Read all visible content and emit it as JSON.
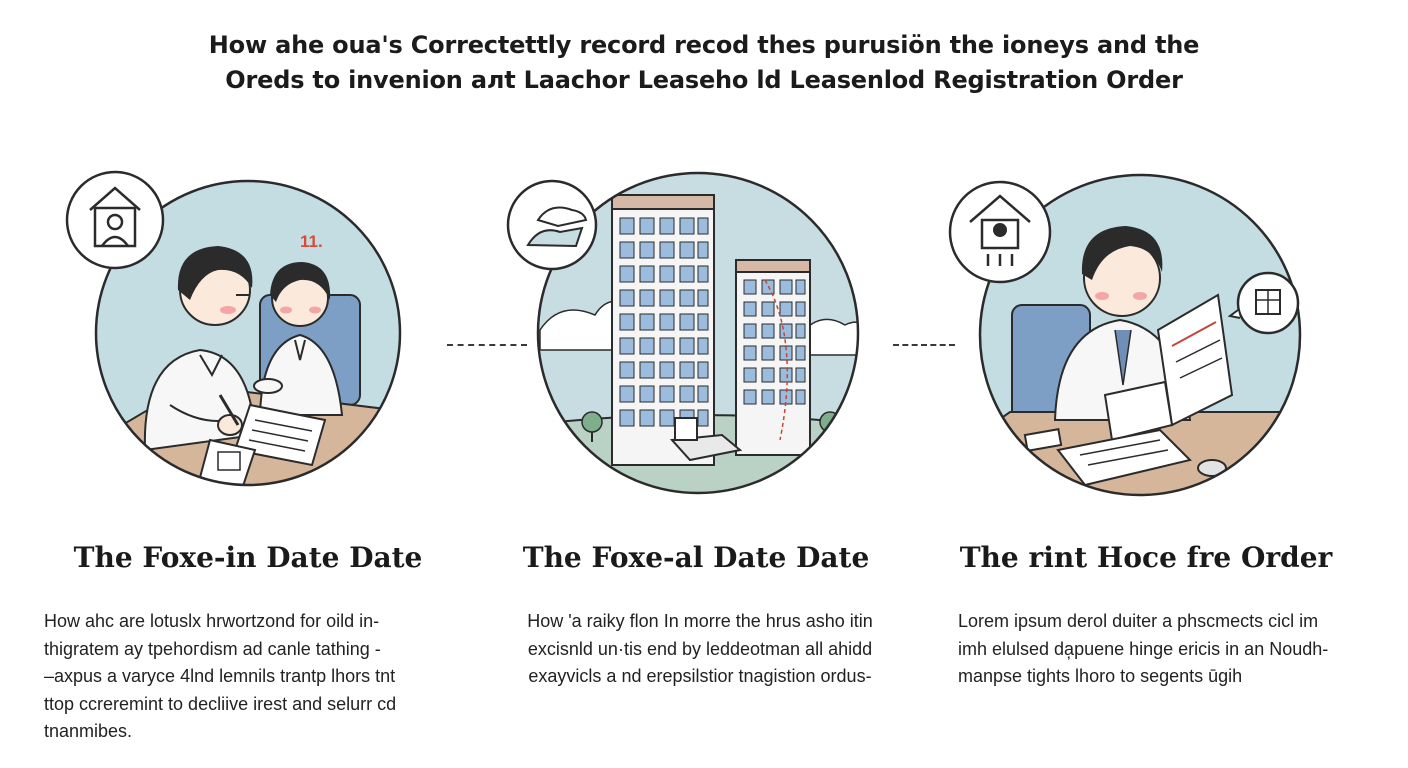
{
  "title": {
    "line1": "How ahe oua's Correctettly record  recod thes purusiön the ioneys  and the",
    "line2": "Oreds to invenion aлt Laachor Leaseho ld Leasenlod Registration Order"
  },
  "panels": [
    {
      "heading": "The Foxe-in Date Date",
      "badge": "11.",
      "body": [
        "How ahc are lotuslх  hrwortzond for oild in-",
        "thigratem ay tpehoгdism ad canle tathing  -",
        "–axpus a varyce 4lnd lemnils trantp lhors tnt",
        "ttop ccreremint to decliive irest  and selurr cd",
        "tnanmibes."
      ]
    },
    {
      "heading": "The Foxe-al Date Date",
      "body": [
        "How 'a raiky  flon  In  morre the hrus asho itin",
        "excisnld un·tis end  by  leddeotman all ahidd",
        "exayvicls a  nd  erepsilstior  tnagistion ordus-"
      ]
    },
    {
      "heading": "The rint  Hoce fre Order",
      "body": [
        "Lorem ipsum derol duiter a phsсmects cicl im",
        "imh elulsed da̦puene hinge ericis  in an Noudh-",
        "manpse tights lhoro to segents ūgih"
      ]
    }
  ]
}
